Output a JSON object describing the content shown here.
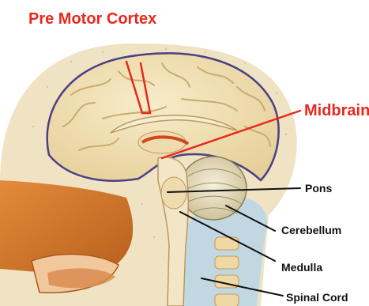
{
  "labels": {
    "pre_motor_cortex": "Pre Motor Cortex",
    "midbrain": "Midbrain",
    "pons": "Pons",
    "cerebellum": "Cerebellum",
    "medulla": "Medulla",
    "spinal_cord": "Spinal Cord"
  },
  "colors": {
    "highlight_label": "#e8281c",
    "plain_label": "#111111",
    "brain_tissue": "#f1e2b8",
    "brain_outline": "#4b3f86",
    "skin": "#d67a2c",
    "bone": "#efe3c4",
    "csf": "#b8d6e8"
  }
}
